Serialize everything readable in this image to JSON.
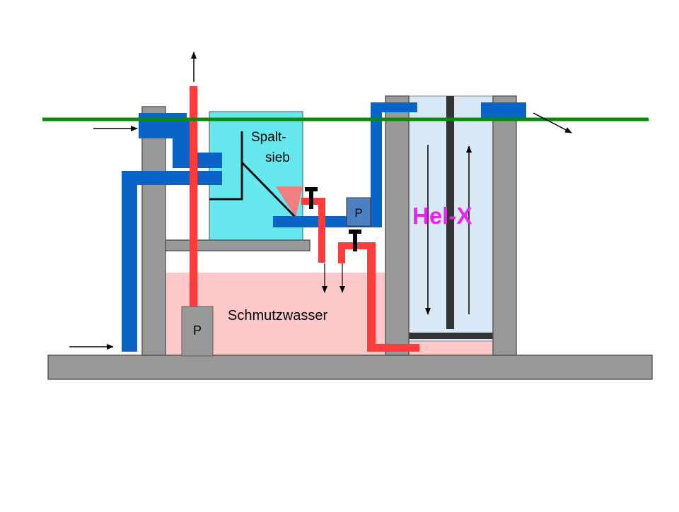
{
  "labels": {
    "screen": "Spalt-",
    "screen_line2": "sieb",
    "dirty_water": "Schmutzwasser",
    "reactor": "Hel-X",
    "pump_left": "P",
    "pump_right": "P"
  },
  "colors": {
    "background": "#ffffff",
    "frame_gray": "#999999",
    "frame_stroke": "#5a5a5a",
    "pipe_blue": "#0a64c8",
    "pipe_red": "#ff3c3c",
    "dirty_water_fill": "#ffc8c8",
    "screen_tank_fill": "#66e8ee",
    "reactor_fill": "#d8e8f4",
    "water_line_green": "#0a8a0a",
    "reactor_label_magenta": "#ee22ee",
    "pump_fill_gray": "#999999",
    "pump_fill_blue": "#4d80c0",
    "dark_bar": "#333333"
  }
}
